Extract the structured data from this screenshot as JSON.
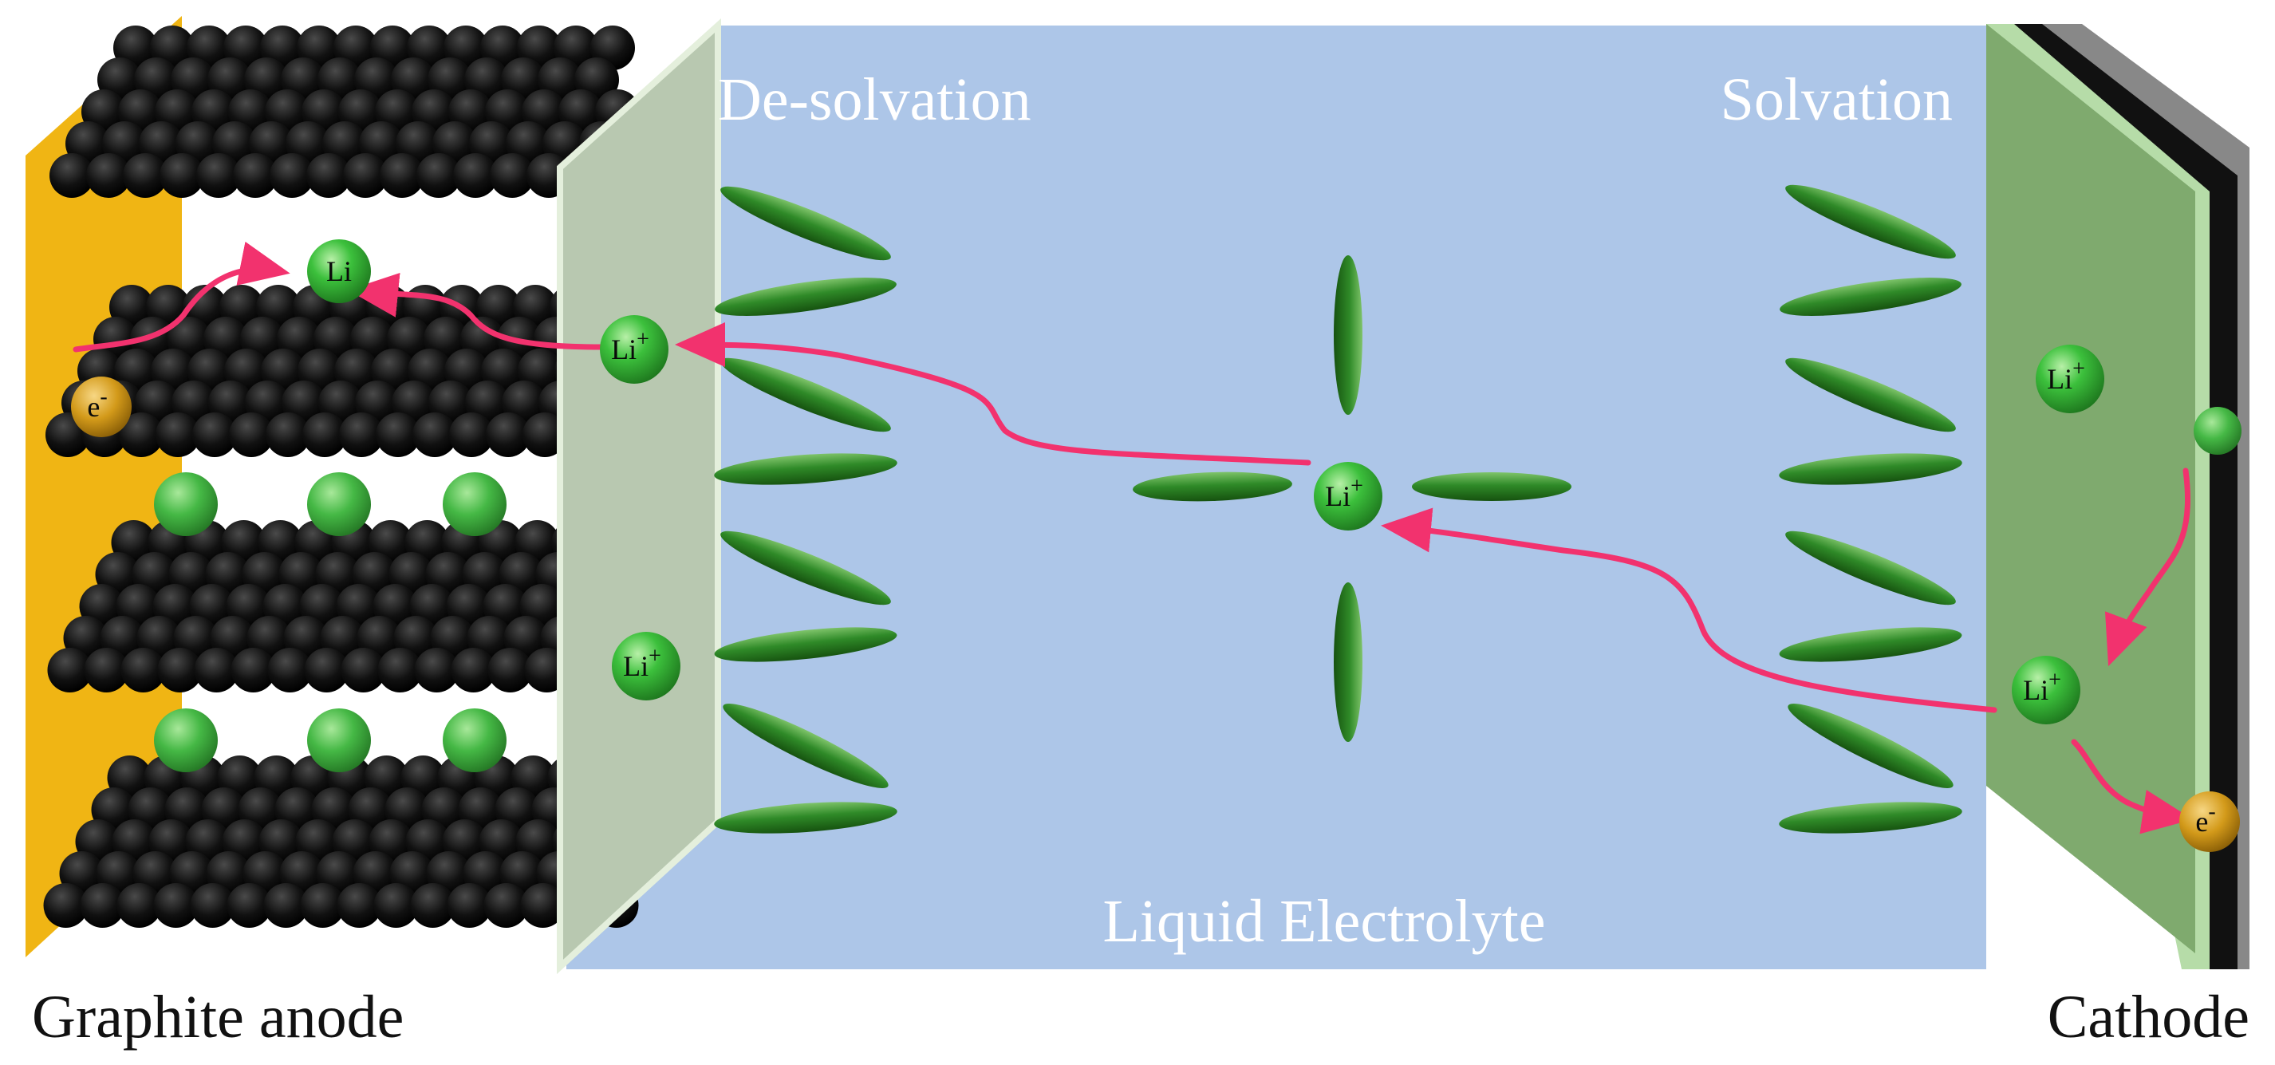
{
  "labels": {
    "desolvation": "De-solvation",
    "solvation": "Solvation",
    "electrolyte": "Liquid Electrolyte",
    "anode": "Graphite anode",
    "cathode": "Cathode"
  },
  "species": {
    "lithium_ion": "Li",
    "lithium_ion_charge": "+",
    "lithium_atom": "Li",
    "electron": "e",
    "electron_charge": "-"
  },
  "colors": {
    "electrolyte": "#adc6e8",
    "anode_collector": "#f0b514",
    "graphite": "#000000",
    "sei_layer": "#b8c8b0",
    "cathode_layer": "#7faa6e",
    "cathode_collector": "#111111",
    "solvent_molecule": "#2d7a24",
    "lithium": "#3cb43c",
    "electron": "#c8920a",
    "arrow": "#f2326e"
  },
  "icons": {
    "solvent": "ellipse-molecule-icon",
    "ion": "sphere-icon",
    "arrow": "curved-arrow-icon"
  }
}
